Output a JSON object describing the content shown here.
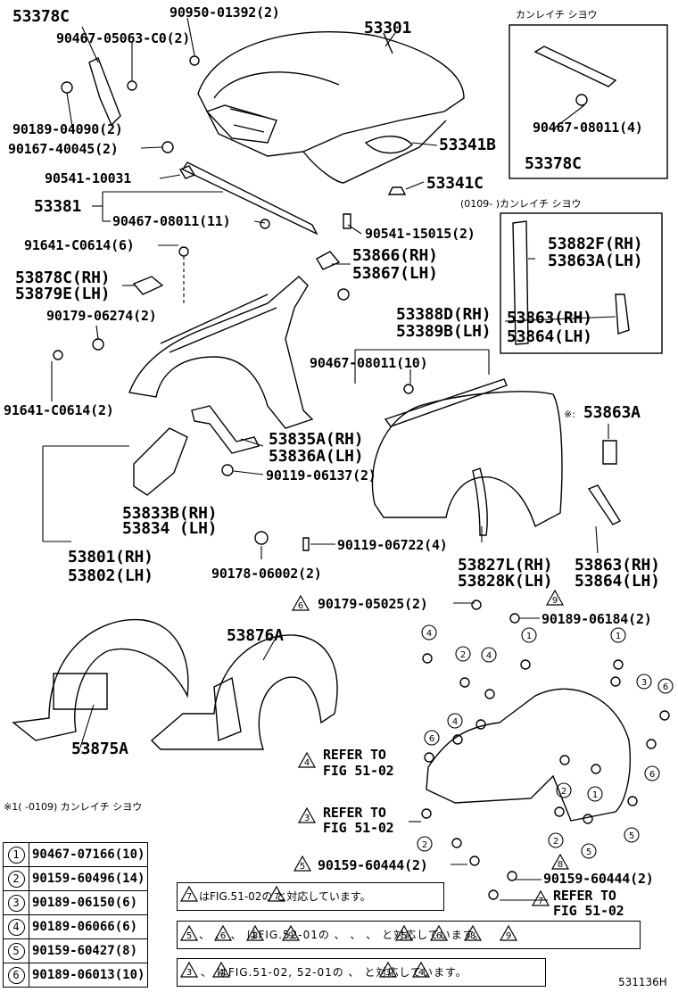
{
  "labels": {
    "p53378C": "53378C",
    "p90950": "90950-01392(2)",
    "p53301": "53301",
    "p90467_05063": "90467-05063-C0(2)",
    "p90189_04090": "90189-04090(2)",
    "p90167": "90167-40045(2)",
    "p53341B": "53341B",
    "p90541_10031": "90541-10031",
    "p53341C": "53341C",
    "p53381": "53381",
    "p90467_08011_11": "90467-08011(11)",
    "p90541_15015": "90541-15015(2)",
    "p91641_top": "91641-C0614(6)",
    "p53866": "53866(RH)",
    "p53867": "53867(LH)",
    "p53878C": "53878C(RH)",
    "p53879E": "53879E(LH)",
    "p90179_06274": "90179-06274(2)",
    "p53388D": "53388D(RH)",
    "p53389B": "53389B(LH)",
    "p90467_08011_10": "90467-08011(10)",
    "p91641_bot": "91641-C0614(2)",
    "p53863A": "53863A",
    "p53835A": "53835A(RH)",
    "p53836A": "53836A(LH)",
    "p90119_06137": "90119-06137(2)",
    "p53833B": "53833B(RH)",
    "p53834": "53834  (LH)",
    "p90119_06722": "90119-06722(4)",
    "p53801": "53801(RH)",
    "p53802": "53802(LH)",
    "p53827L": "53827L(RH)",
    "p53828K": "53828K(LH)",
    "p53863_rh": "53863(RH)",
    "p53864_lh": "53864(LH)",
    "p90178": "90178-06002(2)",
    "p90179_05025": "90179-05025(2)",
    "p90189_06184": "90189-06184(2)",
    "p53876A": "53876A",
    "p53875A": "53875A",
    "refer4a": "REFER TO",
    "refer4b": "FIG 51-02",
    "refer3a": "REFER TO",
    "refer3b": "FIG 51-02",
    "refer7a": "REFER TO",
    "refer7b": "FIG 51-02",
    "p90159_60444_a": "90159-60444(2)",
    "p90159_60444_b": "90159-60444(2)"
  },
  "inset_top": {
    "title": "カンレイチ  シヨウ",
    "part1": "90467-08011(4)",
    "part2": "53378C"
  },
  "inset_mid": {
    "title": "(0109-  )カンレイチ  シヨウ",
    "part1": "53882F(RH)",
    "part2": "53863A(LH)",
    "part3": "53863(RH)",
    "part4": "53864(LH)"
  },
  "footnote_star": "※1(   -0109) カンレイチ  シヨウ",
  "mark_star": "※:",
  "triangle_numbers": {
    "t6": "6",
    "t9": "9",
    "t4": "4",
    "t3": "3",
    "t5": "5",
    "t8": "8",
    "t7": "7"
  },
  "legend": [
    {
      "n": "1",
      "part": "90467-07166(10)"
    },
    {
      "n": "2",
      "part": "90159-60496(14)"
    },
    {
      "n": "3",
      "part": "90189-06150(6)"
    },
    {
      "n": "4",
      "part": "90189-06066(6)"
    },
    {
      "n": "5",
      "part": "90159-60427(8)"
    },
    {
      "n": "6",
      "part": "90189-06013(10)"
    }
  ],
  "notes": {
    "n1": "はFIG.51-02の  と対応しています。",
    "n1_t1": "7",
    "n1_t2": "7",
    "n2": "、  、  、  はFIG.52-01の  、  、  、  と対応しています。",
    "n2_nums": "5 6 8 9",
    "n3": "、  はFIG.51-02, 52-01の  、  と対応しています。",
    "n3_nums": "3 4"
  },
  "circle_markers": [
    "1",
    "2",
    "3",
    "4",
    "5",
    "6"
  ],
  "fig_code": "531136H"
}
